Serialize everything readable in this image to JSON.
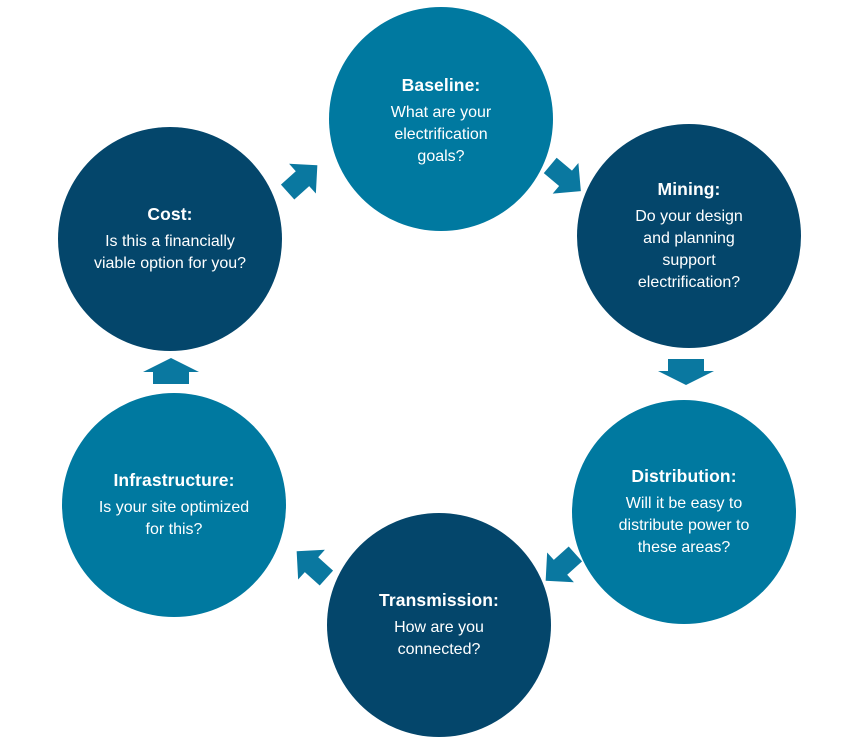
{
  "colors": {
    "light": "#0079a0",
    "dark": "#04466b",
    "arrow": "#0a78a0"
  },
  "nodes": [
    {
      "key": "baseline",
      "title": "Baseline:",
      "text": "What are your electrification goals?",
      "shade": "light"
    },
    {
      "key": "mining",
      "title": "Mining:",
      "text": "Do your design and planning support electrification?",
      "shade": "dark"
    },
    {
      "key": "distribution",
      "title": "Distribution:",
      "text": "Will it be easy to distribute power to these areas?",
      "shade": "light"
    },
    {
      "key": "transmission",
      "title": "Transmission:",
      "text": "How are you connected?",
      "shade": "dark"
    },
    {
      "key": "infrastructure",
      "title": "Infrastructure:",
      "text": "Is your site optimized for this?",
      "shade": "light"
    },
    {
      "key": "cost",
      "title": "Cost:",
      "text": "Is this a financially viable option for you?",
      "shade": "dark"
    }
  ]
}
